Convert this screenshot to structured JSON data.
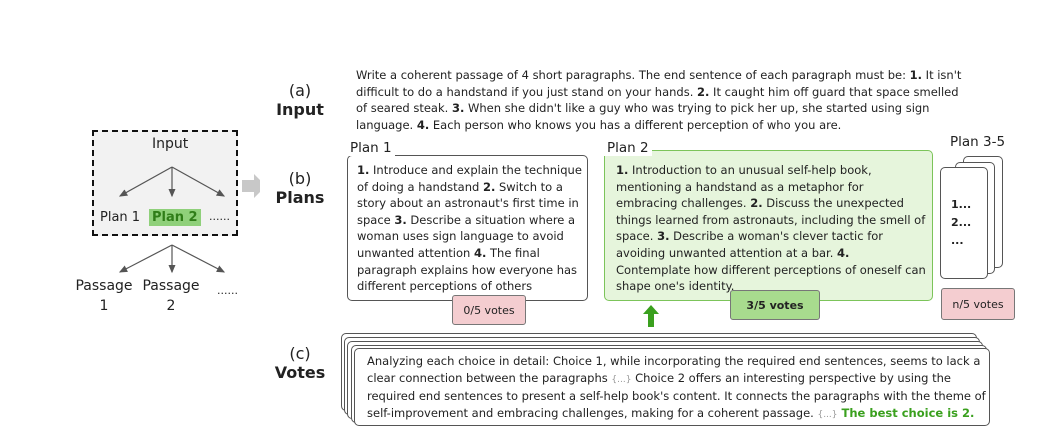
{
  "overview": {
    "input_label": "Input",
    "plan1_label": "Plan 1",
    "plan2_label": "Plan 2",
    "plan_ellipsis": "......",
    "passage1": "Passage 1",
    "passage2": "Passage 2",
    "passage_ellipsis": "......"
  },
  "sections": {
    "a": {
      "letter": "(a)",
      "title": "Input"
    },
    "b": {
      "letter": "(b)",
      "title": "Plans"
    },
    "c": {
      "letter": "(c)",
      "title": "Votes"
    }
  },
  "input": {
    "text_parts": [
      "Write a coherent passage of 4 short paragraphs. The end sentence of each paragraph must be: ",
      "1.",
      " It isn't difficult to do a handstand if you just stand on your hands. ",
      "2.",
      " It caught him off guard that space smelled of seared steak. ",
      "3.",
      " When she didn't like a guy who was trying to pick her up, she started using sign language. ",
      "4.",
      " Each person who knows you has a different perception of who you are."
    ]
  },
  "plans": {
    "plan1": {
      "label": "Plan 1",
      "parts": [
        "1.",
        " Introduce and explain the technique of doing a handstand ",
        "2.",
        " Switch to a story about an astronaut's first time in space ",
        "3.",
        " Describe a situation where a woman uses sign language to avoid unwanted attention ",
        "4.",
        " The final paragraph explains how everyone has different perceptions of others"
      ],
      "votes": "0/5 votes"
    },
    "plan2": {
      "label": "Plan 2",
      "parts": [
        "1.",
        " Introduction to an unusual self-help book, mentioning a handstand as a metaphor for embracing challenges. ",
        "2.",
        " Discuss the unexpected things learned from astronauts, including the smell of space. ",
        "3.",
        " Describe a woman's clever tactic for avoiding unwanted attention at a bar. ",
        "4.",
        " Contemplate how different perceptions of oneself can shape one's identity."
      ],
      "votes": "3/5 votes"
    },
    "plan35": {
      "label": "Plan 3-5",
      "lines": [
        "1...",
        "2...",
        "..."
      ],
      "votes": "n/5 votes"
    }
  },
  "votes": {
    "text1": "Analyzing each choice in detail:  Choice 1, while incorporating the required end sentences, seems to lack a clear connection between the paragraphs ",
    "ellipsis1": "{...}",
    "text2": " Choice 2 offers an interesting perspective by using the required end sentences to present a self-help book's content. It connects the paragraphs with the theme of self-improvement and embracing challenges, making for a coherent passage.  ",
    "ellipsis2": "{...}",
    "conclusion": " The best choice is 2."
  },
  "colors": {
    "green_highlight": "#8fd07a",
    "green_text": "#3aa01e",
    "plan2_bg": "#e6f5dc",
    "plan2_border": "#7cc45a",
    "pink": "#f4cdd0",
    "vote_green": "#a8dc8e"
  }
}
